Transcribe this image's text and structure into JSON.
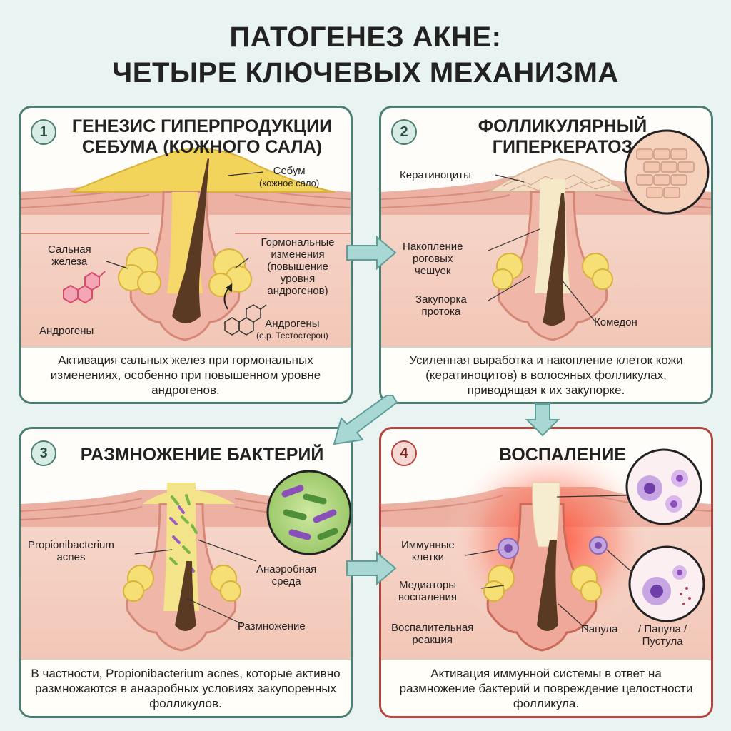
{
  "title": {
    "line1": "ПАТОГЕНЕЗ АКНЕ:",
    "line2": "ЧЕТЫРЕ КЛЮЧЕВЫХ МЕХАНИЗМА"
  },
  "panels": [
    {
      "number": "1",
      "title_line1": "ГЕНЕЗИС ГИПЕРПРОДУКЦИИ",
      "title_line2": "СЕБУМА (КОЖНОГО САЛА)",
      "labels": {
        "sebum": "Себум",
        "sebum_sub": "(кожное сало)",
        "gland_1": "Сальная",
        "gland_2": "железа",
        "hormone_1": "Гормональные",
        "hormone_2": "изменения",
        "hormone_3": "(повышение",
        "hormone_4": "уровня",
        "hormone_5": "андрогенов)",
        "androgens_left": "Андрогены",
        "androgens_right": "Андрогены",
        "androgens_example": "(e.p. Тестостерон)"
      },
      "description": "Активация сальных желез при гормональных изменениях, особенно при повышенном уровне андрогенов."
    },
    {
      "number": "2",
      "title_line1": "ФОЛЛИКУЛЯРНЫЙ",
      "title_line2": "ГИПЕРКЕРАТОЗ",
      "labels": {
        "keratinocytes": "Кератиноциты",
        "accum_1": "Накопление",
        "accum_2": "роговых",
        "accum_3": "чешуек",
        "block_1": "Закупорка",
        "block_2": "протока",
        "comedo": "Комедон"
      },
      "description": "Усиленная выработка и накопление клеток кожи (кератиноцитов) в волосяных фолликулах, приводящая к их закупорке."
    },
    {
      "number": "3",
      "title_line1": "РАЗМНОЖЕНИЕ БАКТЕРИЙ",
      "labels": {
        "pacnes_1": "Propionibacterium",
        "pacnes_2": "acnes",
        "anaerobic_1": "Анаэробная",
        "anaerobic_2": "среда",
        "reproduction": "Размножение"
      },
      "description": "В частности, Propionibacterium acnes, которые активно размножаются в анаэробных условиях закупоренных фолликулов."
    },
    {
      "number": "4",
      "title_line1": "ВОСПАЛЕНИЕ",
      "labels": {
        "immune_1": "Иммунные",
        "immune_2": "клетки",
        "mediators_1": "Медиаторы",
        "mediators_2": "воспаления",
        "reaction_1": "Воспалительная",
        "reaction_2": "реакция",
        "papule": "Папула",
        "pustule_1": "/ Папула /",
        "pustule_2": "Пустула"
      },
      "description": "Активация иммунной системы в ответ на размножение бактерий и повреждение целостности фолликула."
    }
  ],
  "colors": {
    "background": "#e9f3f1",
    "panel_border": "#4c7f74",
    "panel_border_inflammation": "#b5443e",
    "skin": "#f3cdbf",
    "skin_layer": "#e9a99a",
    "sebum": "#f3d45a",
    "hair": "#5a3a22",
    "arrow": "#a9d7d3",
    "inflammation": "#e8432f"
  }
}
